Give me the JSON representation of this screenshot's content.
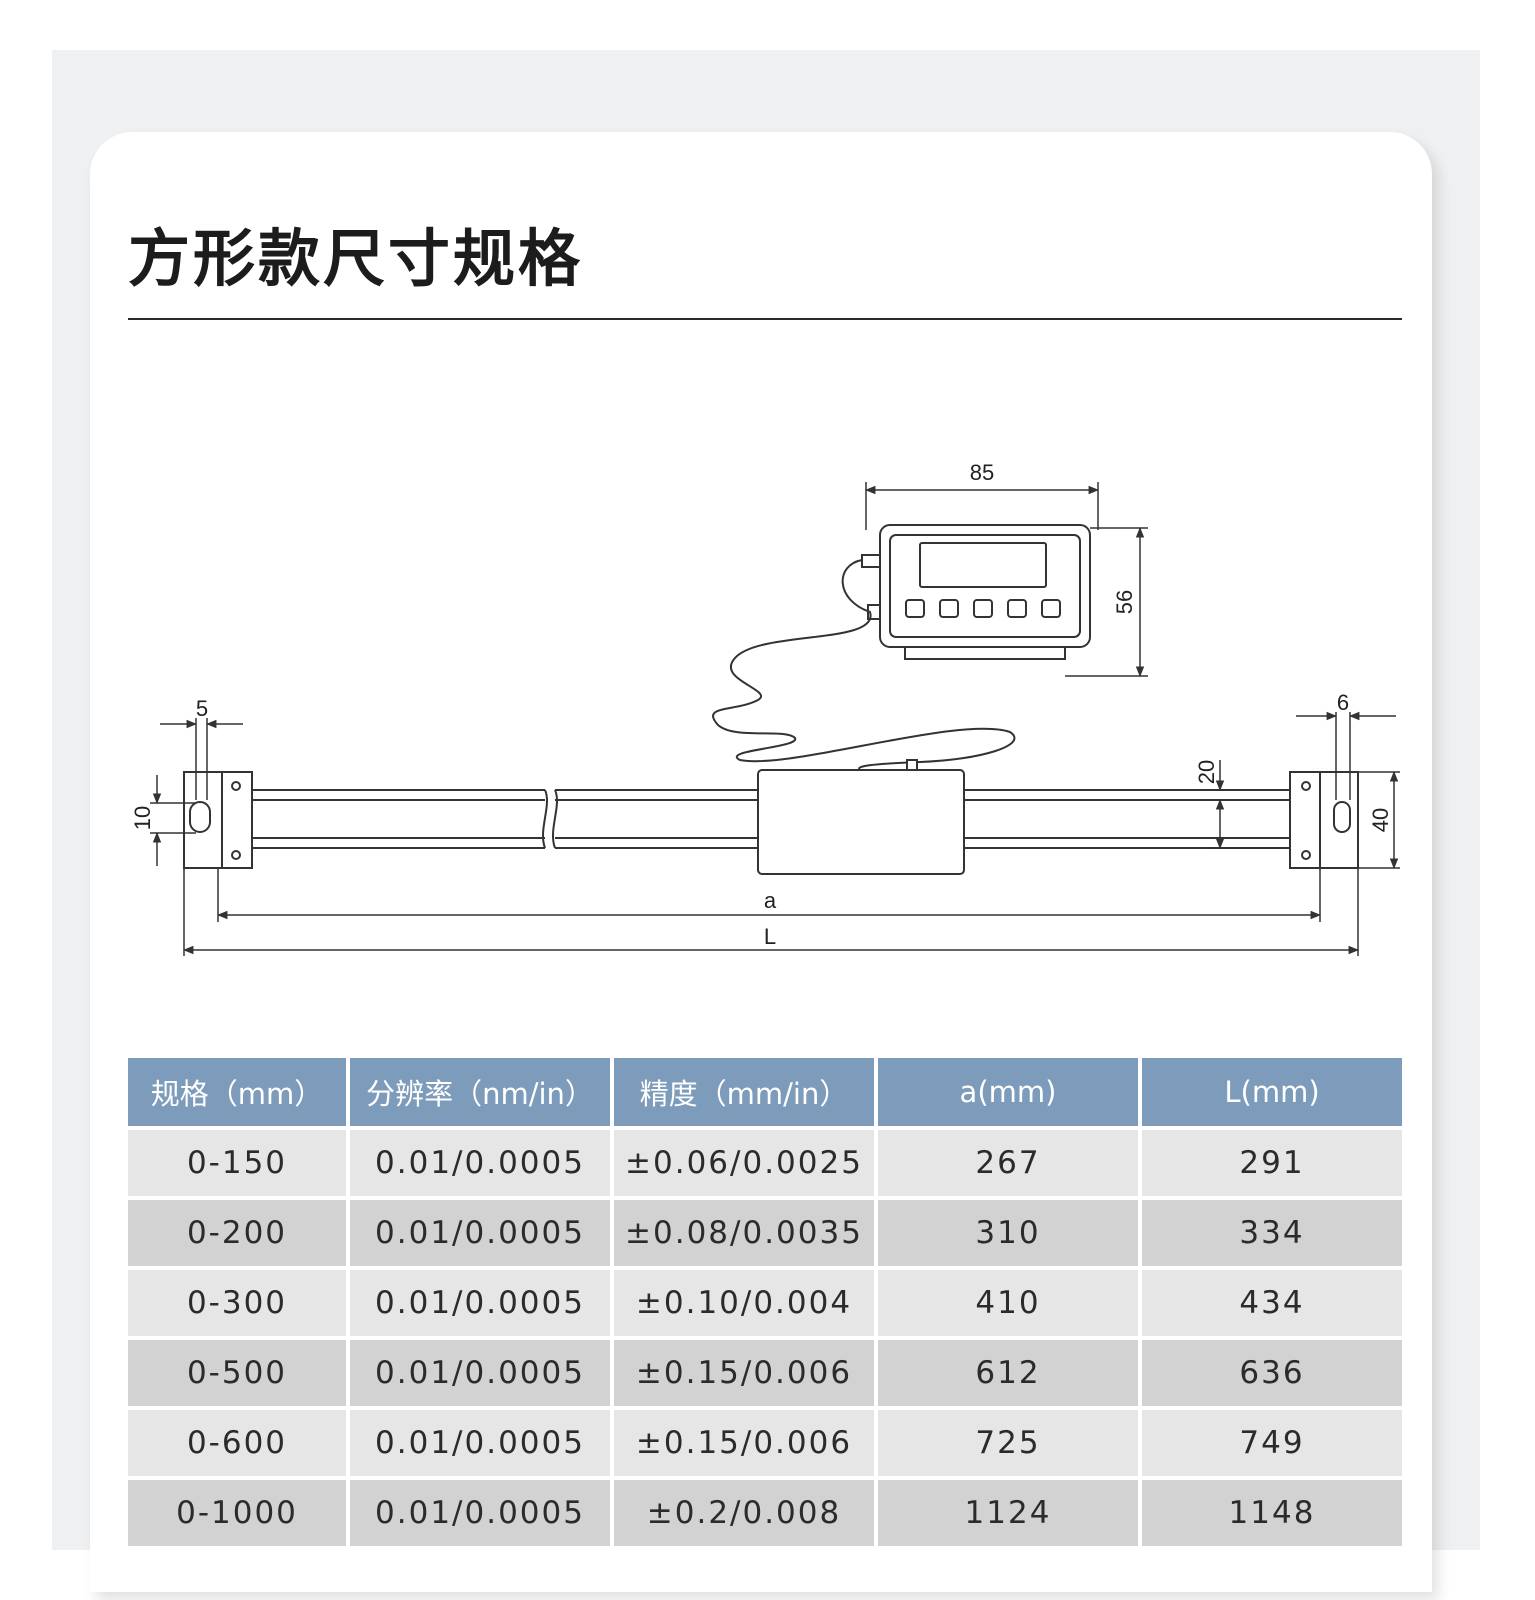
{
  "page": {
    "title": "方形款尺寸规格"
  },
  "drawing": {
    "labels": {
      "dim_85": "85",
      "dim_56": "56",
      "dim_5": "5",
      "dim_6": "6",
      "dim_10": "10",
      "dim_20": "20",
      "dim_40": "40",
      "dim_a": "a",
      "dim_L": "L"
    }
  },
  "table": {
    "headers": [
      "规格（mm）",
      "分辨率（nm/in）",
      "精度（mm/in）",
      "a(mm)",
      "L(mm)"
    ],
    "rows": [
      [
        "0-150",
        "0.01/0.0005",
        "±0.06/0.0025",
        "267",
        "291"
      ],
      [
        "0-200",
        "0.01/0.0005",
        "±0.08/0.0035",
        "310",
        "334"
      ],
      [
        "0-300",
        "0.01/0.0005",
        "±0.10/0.004",
        "410",
        "434"
      ],
      [
        "0-500",
        "0.01/0.0005",
        "±0.15/0.006",
        "612",
        "636"
      ],
      [
        "0-600",
        "0.01/0.0005",
        "±0.15/0.006",
        "725",
        "749"
      ],
      [
        "0-1000",
        "0.01/0.0005",
        "±0.2/0.008",
        "1124",
        "1148"
      ]
    ]
  }
}
